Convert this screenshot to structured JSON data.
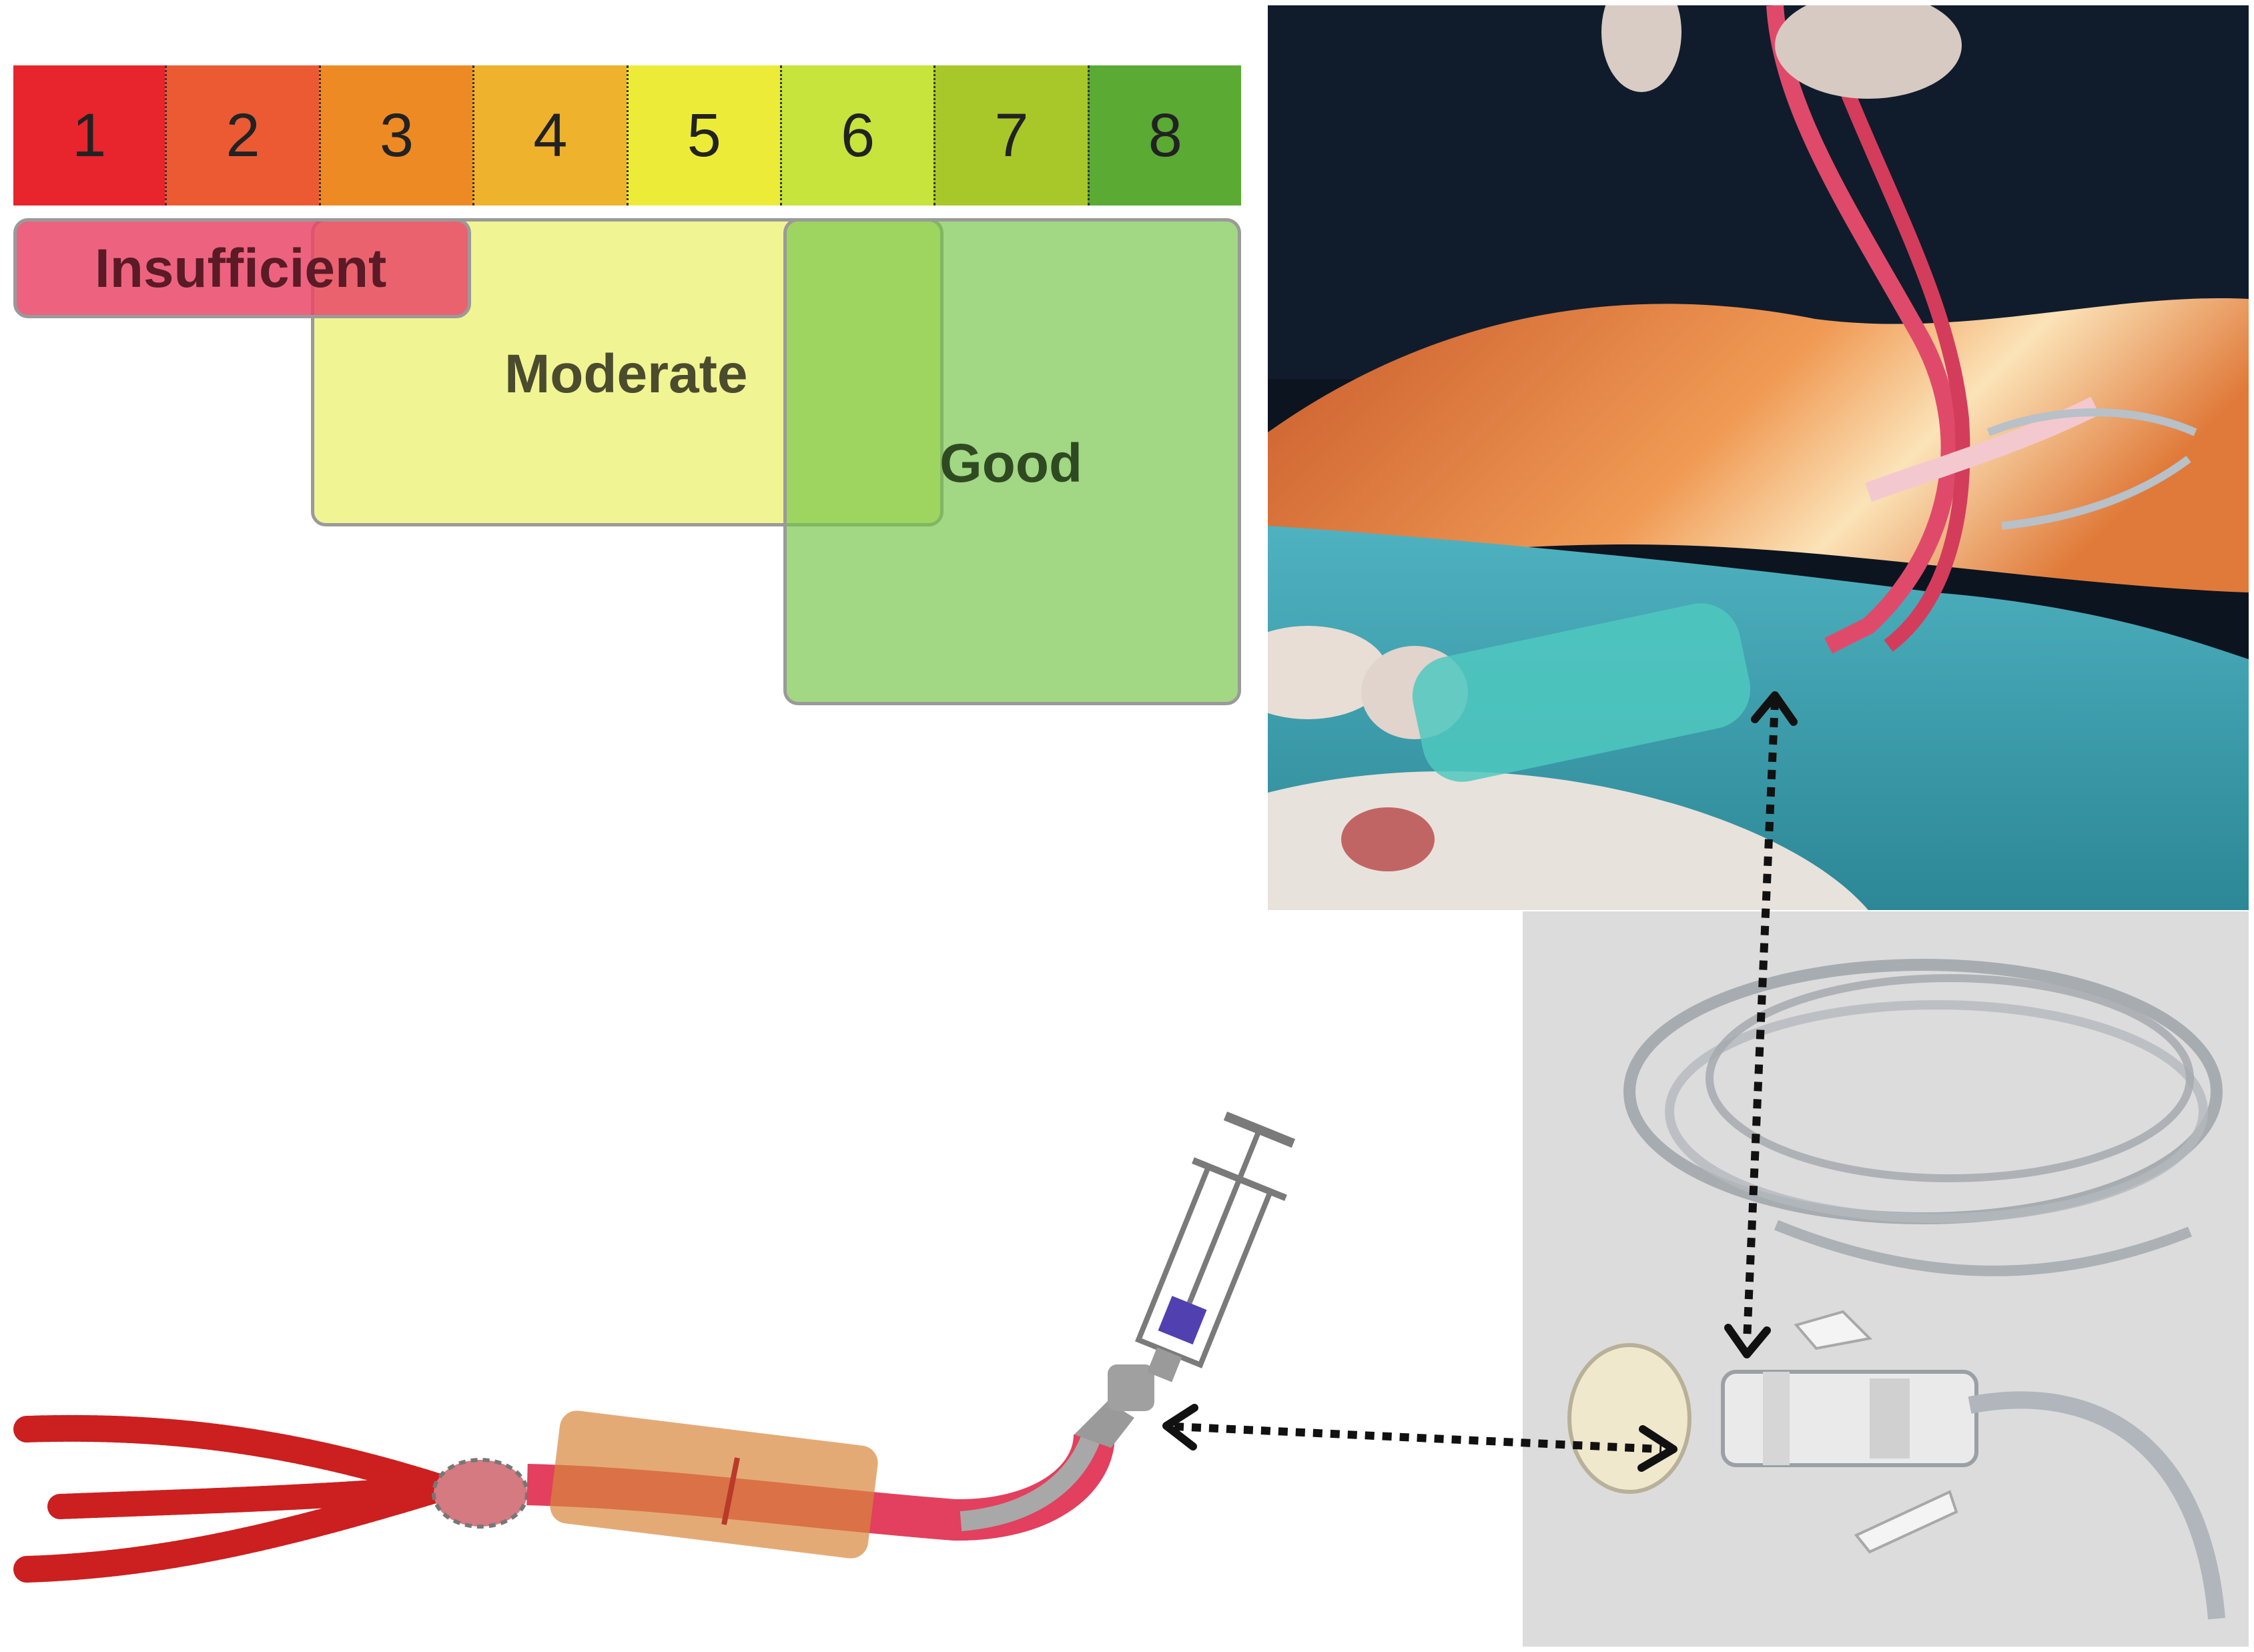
{
  "scale": {
    "cells": [
      {
        "label": "1",
        "color": "#e8242c"
      },
      {
        "label": "2",
        "color": "#ec5a34"
      },
      {
        "label": "3",
        "color": "#ee8a24"
      },
      {
        "label": "4",
        "color": "#eeb22c"
      },
      {
        "label": "5",
        "color": "#ecec38"
      },
      {
        "label": "6",
        "color": "#c6e43c"
      },
      {
        "label": "7",
        "color": "#a8c82a"
      },
      {
        "label": "8",
        "color": "#5aaa34"
      }
    ]
  },
  "ranges": {
    "insufficient": {
      "label": "Insufficient",
      "from": 1,
      "to": 3,
      "color": "#ea4868"
    },
    "moderate": {
      "label": "Moderate",
      "from": 3,
      "to": 6,
      "color": "#ebf064"
    },
    "good": {
      "label": "Good",
      "from": 6,
      "to": 8,
      "color": "#76c448"
    }
  },
  "colors": {
    "vessel_red": "#cc1f1f",
    "vessel_pink": "#e8425f",
    "cuff_orange": "#d8863c",
    "catheter_gray": "#a8a8a8",
    "syringe_plunger": "#5040b0",
    "drape_teal": "#3aa8b8",
    "arrow": "#111111"
  }
}
